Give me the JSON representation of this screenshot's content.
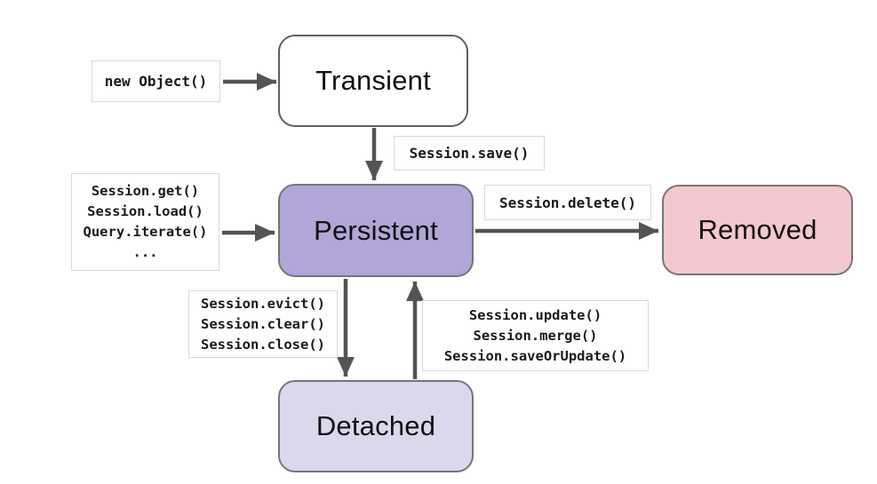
{
  "diagram": {
    "states": {
      "transient": {
        "label": "Transient",
        "fill": "#ffffff"
      },
      "persistent": {
        "label": "Persistent",
        "fill": "#b1a6d7"
      },
      "removed": {
        "label": "Removed",
        "fill": "#f3c9cd"
      },
      "detached": {
        "label": "Detached",
        "fill": "#dcd7eb"
      }
    },
    "transitions": {
      "new_object": {
        "label": "new Object()"
      },
      "save": {
        "label": "Session.save()"
      },
      "load": {
        "lines": [
          "Session.get()",
          "Session.load()",
          "Query.iterate()",
          "..."
        ]
      },
      "delete": {
        "label": "Session.delete()"
      },
      "evict": {
        "lines": [
          "Session.evict()",
          "Session.clear()",
          "Session.close()"
        ]
      },
      "update": {
        "lines": [
          "Session.update()",
          "Session.merge()",
          "Session.saveOrUpdate()"
        ]
      }
    },
    "colors": {
      "arrow": "#545454",
      "state_border": "#757575",
      "label_border": "#d9d9d9",
      "text": "#111111"
    }
  }
}
